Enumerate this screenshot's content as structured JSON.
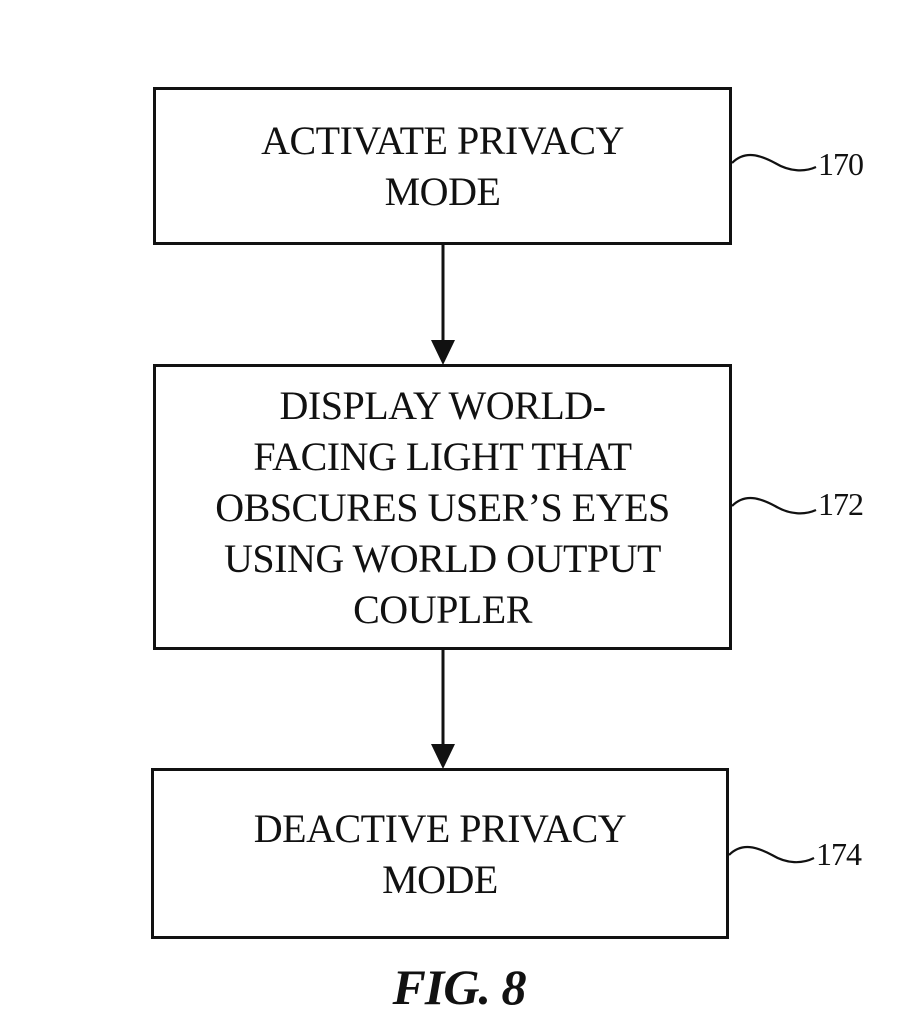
{
  "diagram": {
    "type": "flowchart",
    "steps": [
      {
        "id": "170",
        "label": "ACTIVATE PRIVACY\nMODE"
      },
      {
        "id": "172",
        "label": "DISPLAY WORLD-\nFACING LIGHT THAT\nOBSCURES USER’S EYES\nUSING WORLD OUTPUT\nCOUPLER"
      },
      {
        "id": "174",
        "label": "DEACTIVE PRIVACY\nMODE"
      }
    ],
    "edges": [
      {
        "from": "170",
        "to": "172"
      },
      {
        "from": "172",
        "to": "174"
      }
    ],
    "caption": "FIG. 8"
  }
}
